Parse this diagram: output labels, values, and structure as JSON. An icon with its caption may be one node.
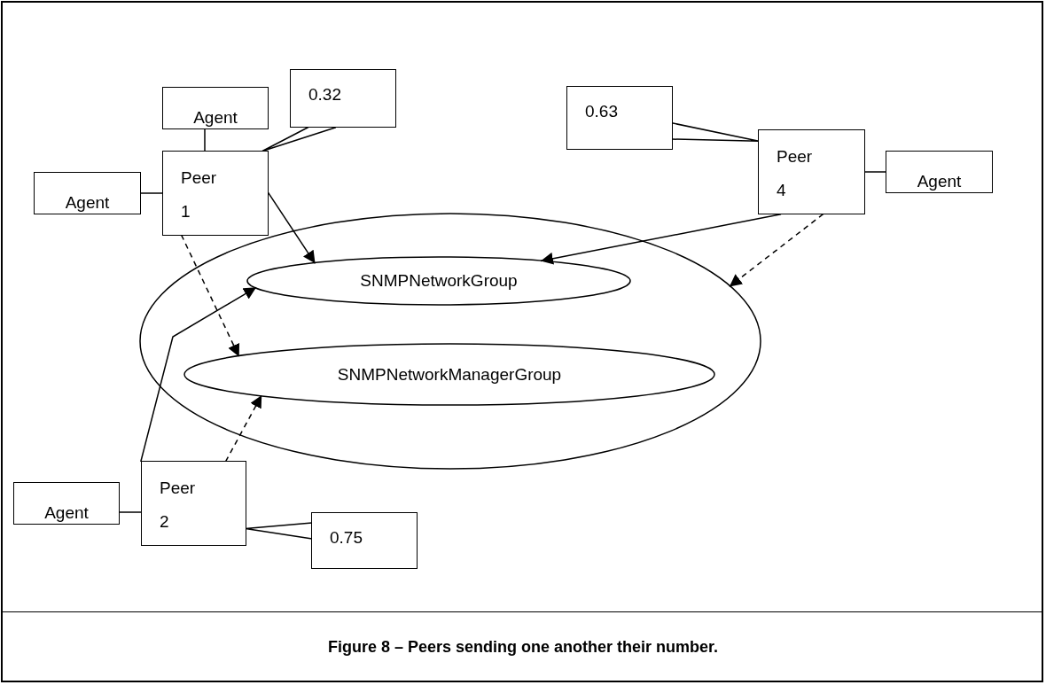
{
  "diagram": {
    "caption": "Figure 8 – Peers sending one another their number.",
    "nodes": [
      {
        "text": [
          "Agent"
        ]
      },
      {
        "text": [
          "0.32"
        ]
      },
      {
        "text": [
          "0.63"
        ]
      },
      {
        "text": [
          "Peer",
          "1"
        ]
      },
      {
        "text": [
          "Peer",
          "4"
        ]
      },
      {
        "text": [
          "Agent"
        ]
      },
      {
        "text": [
          "Agent"
        ]
      },
      {
        "text": [],
        "shape": "ellipse"
      },
      {
        "text": [
          "SNMPNetworkGroup"
        ],
        "in": 7
      },
      {
        "text": [
          "SNMPNetworkManagerGroup"
        ],
        "in": 7
      },
      {
        "text": [
          "Peer",
          "2"
        ]
      },
      {
        "text": [
          "Agent"
        ]
      },
      {
        "text": [
          "0.75"
        ]
      }
    ],
    "edges": [
      {
        "from": 0,
        "to": 3,
        "arrow": "none"
      },
      {
        "from": 1,
        "to": 3,
        "arrow": "none"
      },
      {
        "from": 2,
        "to": 4,
        "arrow": "none"
      },
      {
        "from": 4,
        "to": 5,
        "arrow": "none"
      },
      {
        "from": 6,
        "to": 3,
        "arrow": "none"
      },
      {
        "from": 3,
        "to": 8,
        "arrow": "to"
      },
      {
        "from": 3,
        "to": 9,
        "arrow": "to",
        "style": "dashed"
      },
      {
        "from": 4,
        "to": 8,
        "arrow": "to"
      },
      {
        "from": 4,
        "to": 7,
        "arrow": "to",
        "style": "dashed"
      },
      {
        "from": 10,
        "to": 8,
        "arrow": "to"
      },
      {
        "from": 10,
        "to": 9,
        "arrow": "to",
        "style": "dashed"
      },
      {
        "from": 11,
        "to": 10,
        "arrow": "none"
      },
      {
        "from": 12,
        "to": 10,
        "arrow": "none"
      }
    ]
  }
}
